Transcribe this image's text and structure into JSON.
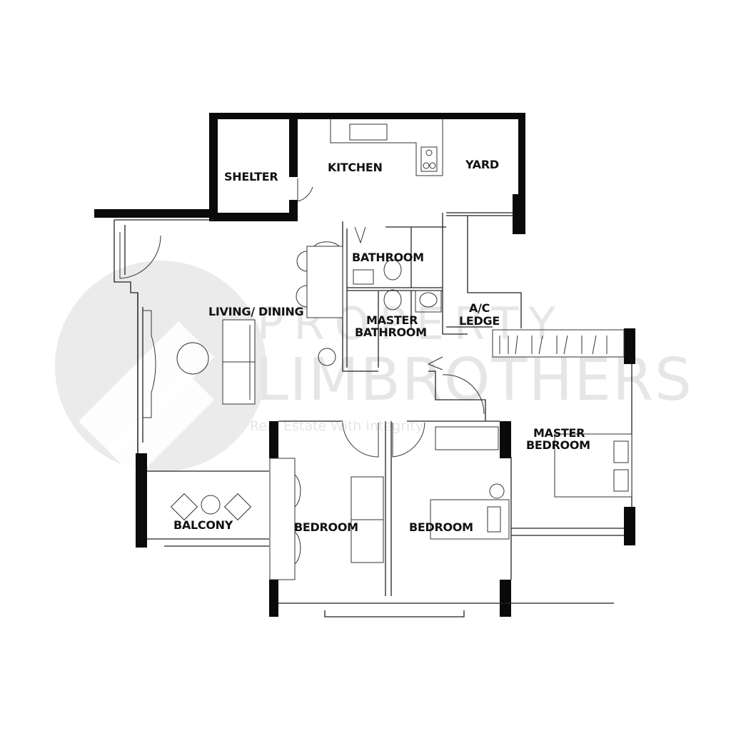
{
  "watermark": {
    "line1": "PROPERTY",
    "line2": "LIMBROTHERS",
    "tagline": "Real Estate With Integrity",
    "color": "#e6e6e6"
  },
  "rooms": {
    "shelter": "SHELTER",
    "kitchen": "KITCHEN",
    "yard": "YARD",
    "bathroom": "BATHROOM",
    "living_dining": "LIVING/ DINING",
    "master_bathroom_1": "MASTER",
    "master_bathroom_2": "BATHROOM",
    "ac_ledge_1": "A/C",
    "ac_ledge_2": "LEDGE",
    "master_bedroom_1": "MASTER",
    "master_bedroom_2": "BEDROOM",
    "balcony": "BALCONY",
    "bedroom_1": "BEDROOM",
    "bedroom_2": "BEDROOM"
  },
  "colors": {
    "wall": "#0a0a0a",
    "line": "#222222",
    "background": "#ffffff"
  }
}
